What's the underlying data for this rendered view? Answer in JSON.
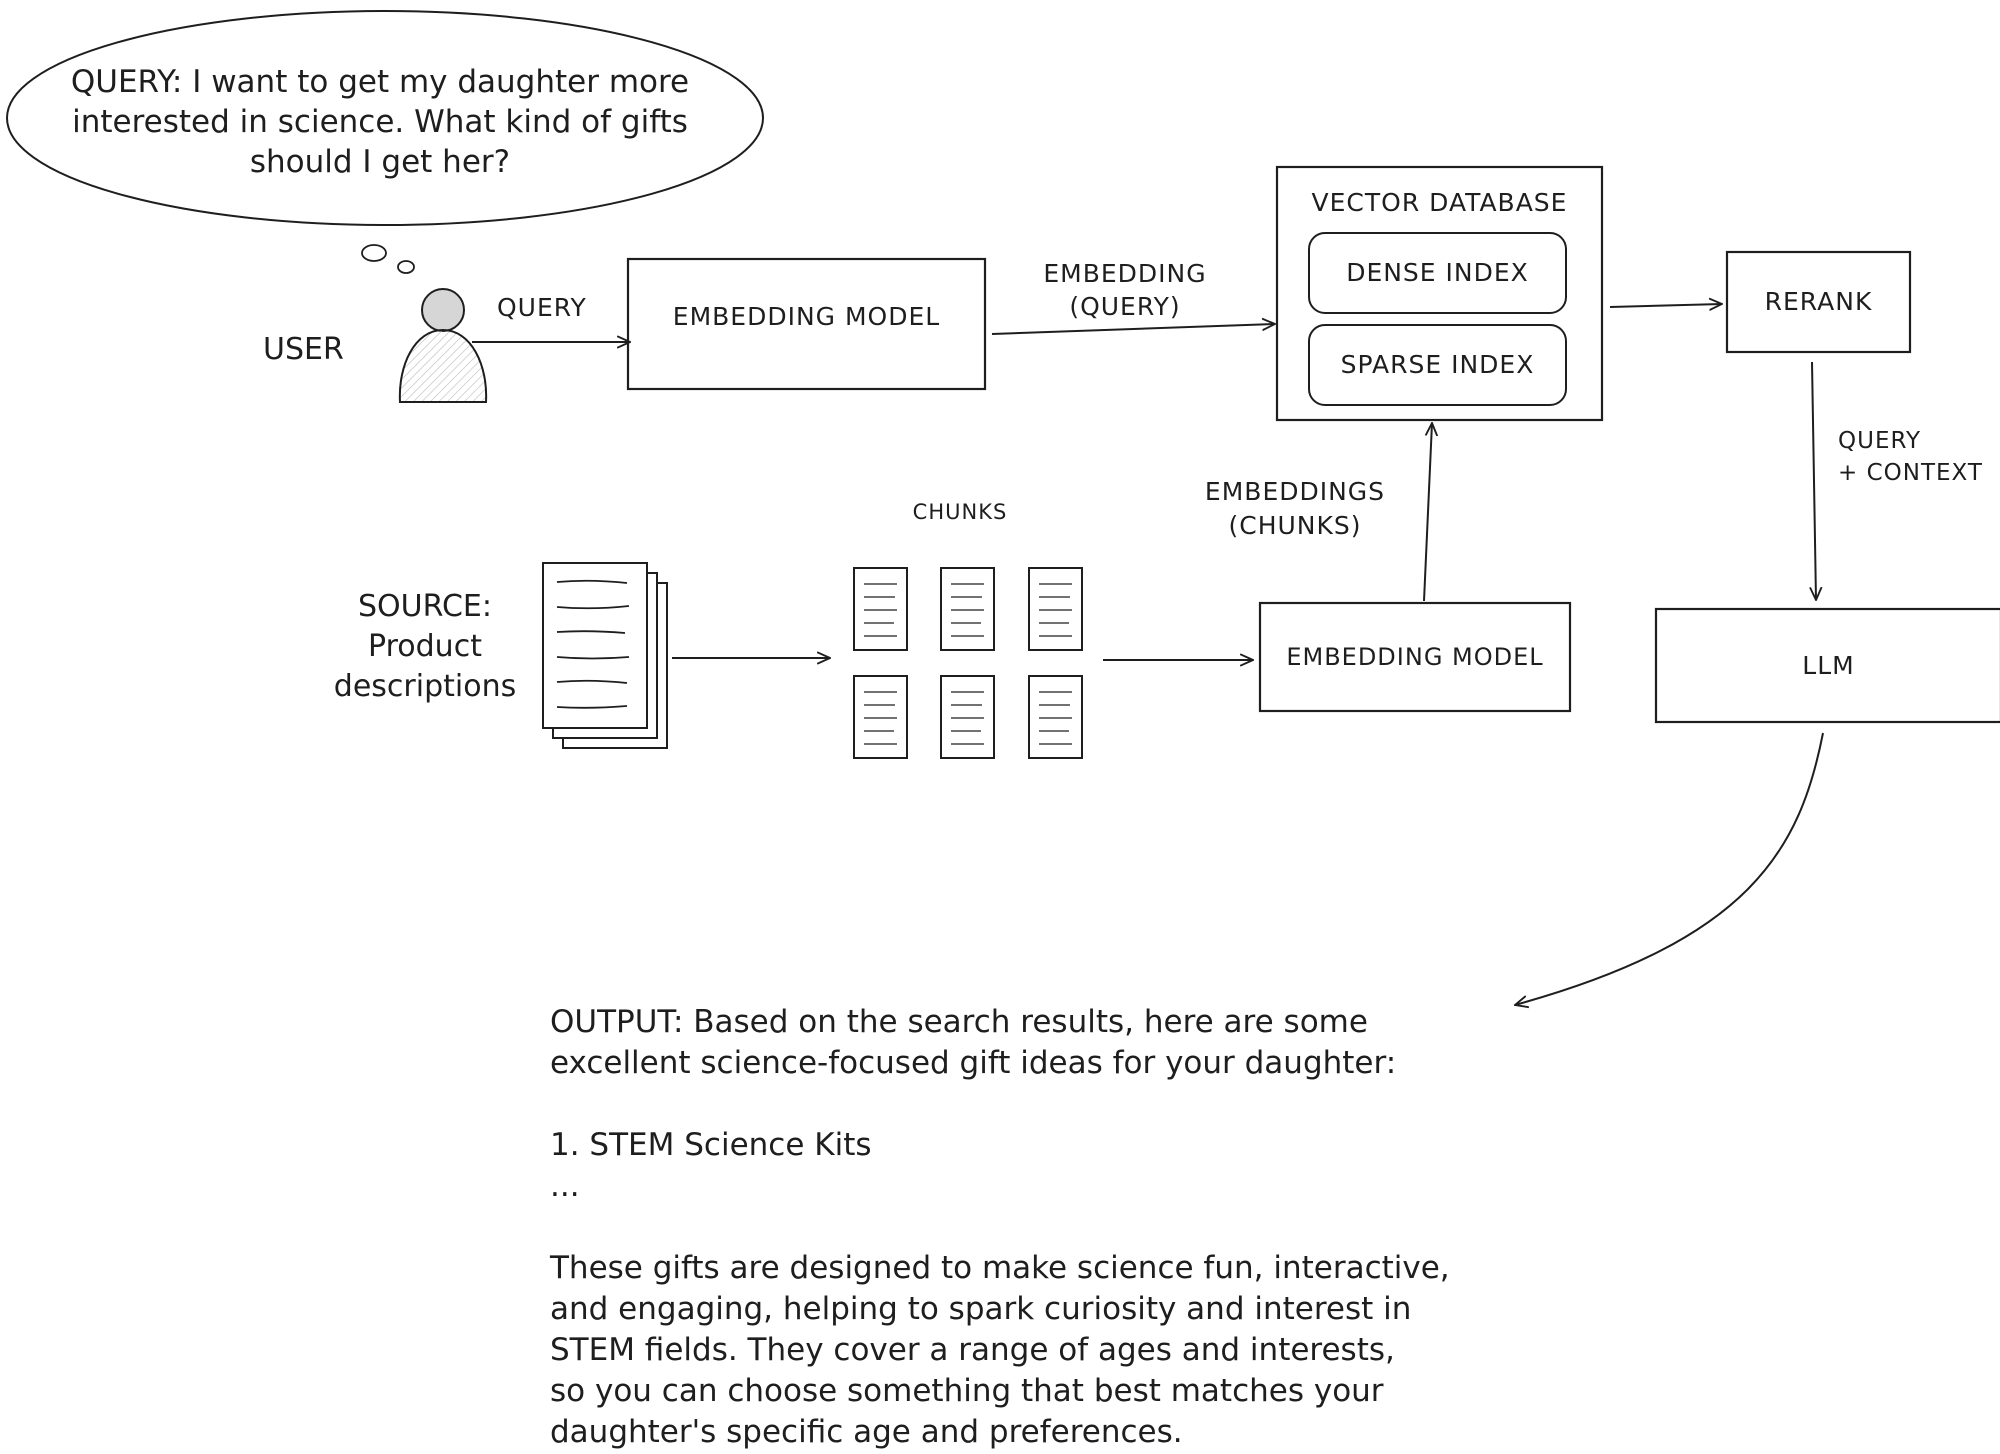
{
  "bubble": {
    "text": "QUERY: I want to get my daughter more interested in science. What kind of gifts should I get her?"
  },
  "labels": {
    "user": "USER",
    "query_arrow": "QUERY",
    "embedding_model_top": "EMBEDDING MODEL",
    "embedding_query_line1": "EMBEDDING",
    "embedding_query_line2": "(QUERY)",
    "vector_database": "VECTOR DATABASE",
    "dense_index": "DENSE INDEX",
    "sparse_index": "SPARSE INDEX",
    "rerank": "RERANK",
    "query_context_line1": "QUERY",
    "query_context_line2": "+ CONTEXT",
    "llm": "LLM",
    "embeddings_chunks_line1": "EMBEDDINGS",
    "embeddings_chunks_line2": "(CHUNKS)",
    "chunks": "CHUNKS",
    "source_line1": "SOURCE:",
    "source_line2": "Product",
    "source_line3": "descriptions",
    "embedding_model_bottom": "EMBEDDING MODEL"
  },
  "output": {
    "text": "OUTPUT: Based on the search results, here are some\nexcellent science-focused gift ideas for your daughter:\n\n1. STEM Science Kits\n...\n\nThese gifts are designed to make science fun, interactive,\nand engaging, helping to spark curiosity and interest in\nSTEM fields. They cover a range of ages and interests,\nso you can choose something that best matches your\ndaughter's specific age and preferences."
  },
  "colors": {
    "stroke": "#1e1e1e",
    "background": "#ffffff",
    "user_fill": "#e8e8e8"
  }
}
